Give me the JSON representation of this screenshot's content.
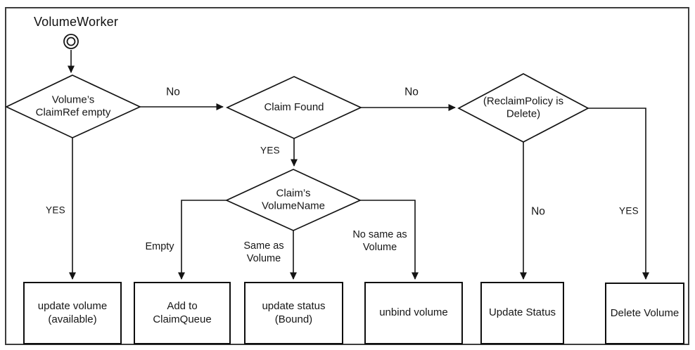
{
  "title": "VolumeWorker",
  "colors": {
    "line": "#141414",
    "background": "#ffffff",
    "frame_border": "#3d3d3d",
    "text": "#161616"
  },
  "icons": {
    "start_node": "double-circle-start-icon",
    "arrowhead": "filled-triangle-arrow"
  },
  "decisions": [
    {
      "id": "claimref-empty",
      "label": "Volume’s\nClaimRef empty"
    },
    {
      "id": "claim-found",
      "label": "Claim Found"
    },
    {
      "id": "reclaim-policy",
      "label": "(ReclaimPolicy is\nDelete)"
    },
    {
      "id": "claims-volumename",
      "label": "Claim’s\nVolumeName"
    }
  ],
  "actions": [
    {
      "id": "update-volume-available",
      "label": "update volume\n(available)"
    },
    {
      "id": "add-to-claimqueue",
      "label": "Add to\nClaimQueue"
    },
    {
      "id": "update-status-bound",
      "label": "update status\n(Bound)"
    },
    {
      "id": "unbind-volume",
      "label": "unbind volume"
    },
    {
      "id": "update-status",
      "label": "Update Status"
    },
    {
      "id": "delete-volume",
      "label": "Delete Volume"
    }
  ],
  "edge_labels": [
    {
      "id": "claimref-no",
      "label": "No"
    },
    {
      "id": "claimref-yes",
      "label": "YES"
    },
    {
      "id": "claimfound-no",
      "label": "No"
    },
    {
      "id": "claimfound-yes",
      "label": "YES"
    },
    {
      "id": "volumename-empty",
      "label": "Empty"
    },
    {
      "id": "volumename-same",
      "label": "Same as\nVolume"
    },
    {
      "id": "volumename-nosame",
      "label": "No same as\nVolume"
    },
    {
      "id": "reclaim-no",
      "label": "No"
    },
    {
      "id": "reclaim-yes",
      "label": "YES"
    }
  ]
}
